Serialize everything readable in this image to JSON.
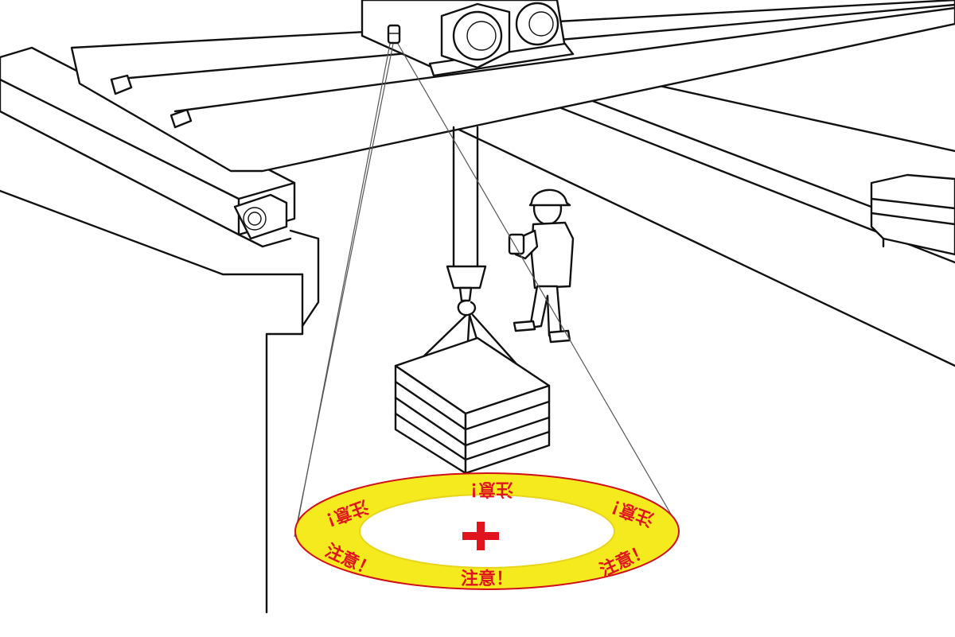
{
  "warning_ring": {
    "label": "注意！",
    "ring_color": "#f5ea1e",
    "ring_border_color": "#d10f18",
    "text_color": "#e0141e",
    "center_mark": "red-cross",
    "label_count": 6
  },
  "colors": {
    "line": "#111111",
    "background": "#ffffff",
    "projection_beam": "#555555"
  }
}
